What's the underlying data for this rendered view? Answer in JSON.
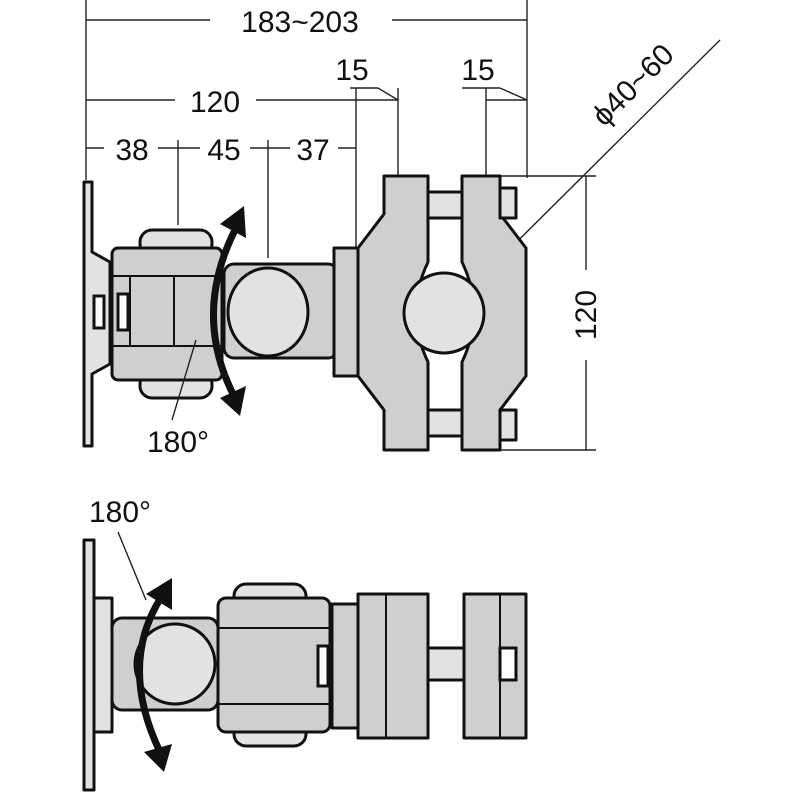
{
  "dimensions": {
    "total_width": "183~203",
    "clamp_width_left": "15",
    "clamp_width_right": "15",
    "arm_length": "120",
    "segment_1": "38",
    "segment_2": "45",
    "segment_3": "37",
    "pipe_diameter": "ϕ40~60",
    "clamp_height": "120",
    "rotation_top": "180°",
    "rotation_bottom": "180°"
  }
}
